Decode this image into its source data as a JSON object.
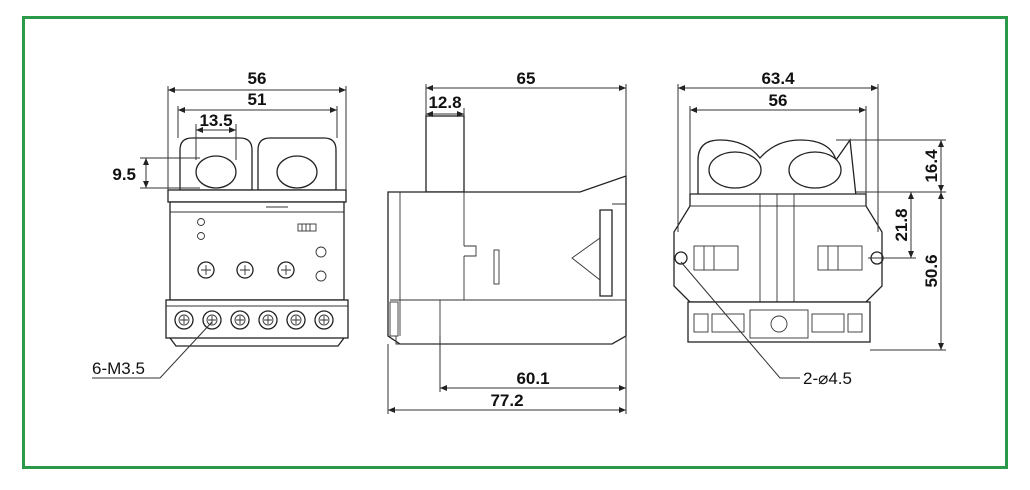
{
  "colors": {
    "frame": "#2a9a48",
    "line": "#222222"
  },
  "front_view": {
    "width_total": "56",
    "width_inner": "51",
    "hole_width": "13.5",
    "hole_height": "9.5",
    "screw_label": "6-M3.5"
  },
  "side_view": {
    "depth_total": "65",
    "tab_width": "12.8",
    "base_depth": "60.1",
    "overall_depth": "77.2"
  },
  "rear_view": {
    "width_total": "63.4",
    "width_inner": "56",
    "height_top": "16.4",
    "height_mid": "21.8",
    "height_total": "50.6",
    "mount_hole_label": "2-⌀4.5"
  }
}
